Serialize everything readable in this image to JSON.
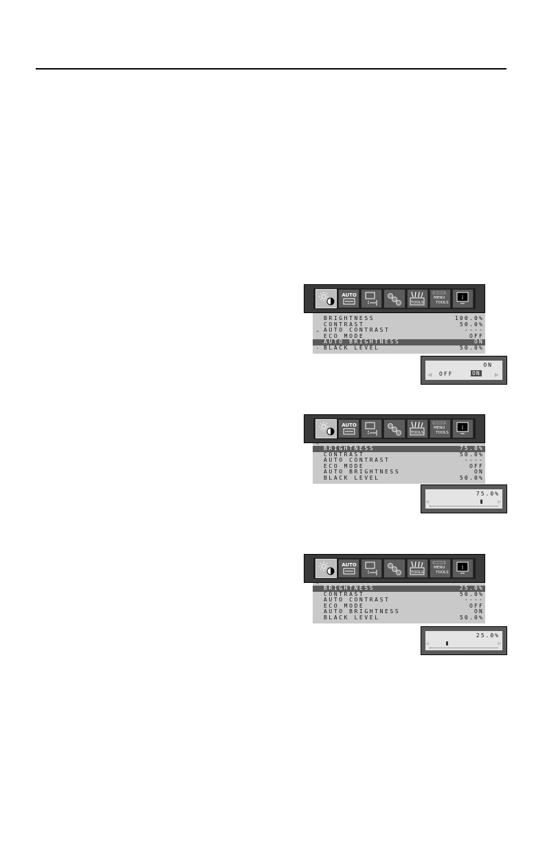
{
  "tabs": [
    {
      "id": "brightness-contrast",
      "icon": "sun-contrast-icon",
      "active": true
    },
    {
      "id": "auto-adjust",
      "icon": "auto-icon",
      "label": "AUTO"
    },
    {
      "id": "position",
      "icon": "position-icon"
    },
    {
      "id": "color",
      "icon": "rgb-icon"
    },
    {
      "id": "tools",
      "icon": "tools-icon",
      "label": "TOOLS"
    },
    {
      "id": "menu-tools",
      "icon": "menu-tools-icon",
      "label_top": "MENU",
      "label_bottom": "TOOLS"
    },
    {
      "id": "information",
      "icon": "info-icon",
      "label": "i"
    }
  ],
  "menu_labels": [
    "BRIGHTNESS",
    "CONTRAST",
    "AUTO CONTRAST",
    "ECO MODE",
    "AUTO BRIGHTNESS",
    "BLACK LEVEL"
  ],
  "screens": [
    {
      "values": [
        "100.0%",
        "50.0%",
        "----",
        "OFF",
        "ON",
        "50.0%"
      ],
      "selected_index": 4,
      "popup": {
        "type": "toggle",
        "current": "ON",
        "option_off": "OFF",
        "option_on": "ON"
      }
    },
    {
      "values": [
        "75.0%",
        "50.0%",
        "----",
        "OFF",
        "ON",
        "50.0%"
      ],
      "selected_index": 0,
      "popup": {
        "type": "slider",
        "value_text": "75.0%",
        "level": 0.75
      }
    },
    {
      "values": [
        "25.0%",
        "50.0%",
        "----",
        "OFF",
        "ON",
        "50.0%"
      ],
      "selected_index": 0,
      "popup": {
        "type": "slider",
        "value_text": "25.0%",
        "level": 0.25
      }
    }
  ]
}
